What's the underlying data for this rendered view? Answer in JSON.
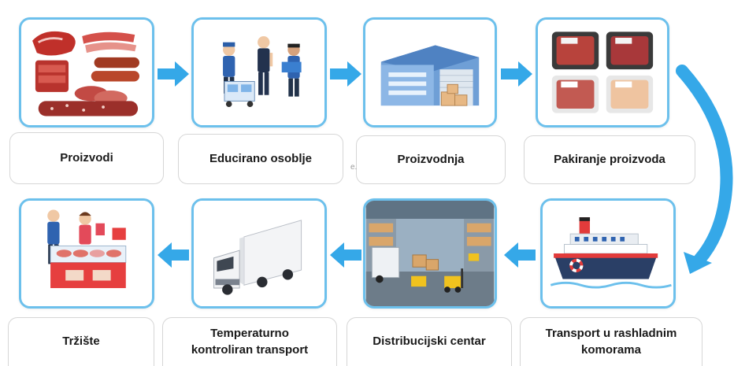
{
  "colors": {
    "accent": "#35a8e8",
    "tile_border": "#6cc0ec"
  },
  "steps": [
    {
      "label": "Proizvodi",
      "icon": "meat-products-icon"
    },
    {
      "label": "Educirano osoblje",
      "icon": "trained-staff-icon"
    },
    {
      "label": "Proizvodnja",
      "icon": "factory-icon"
    },
    {
      "label": "Pakiranje proizvoda",
      "icon": "packaged-meat-icon"
    },
    {
      "label": "Transport u rashladnim\nkomorama",
      "icon": "cargo-ship-icon"
    },
    {
      "label": "Distribucijski centar",
      "icon": "warehouse-forklift-icon"
    },
    {
      "label": "Temperaturno\nkontroliran transport",
      "icon": "refrigerated-truck-icon"
    },
    {
      "label": "Tržište",
      "icon": "market-stall-icon"
    }
  ],
  "stray_mark": "e."
}
